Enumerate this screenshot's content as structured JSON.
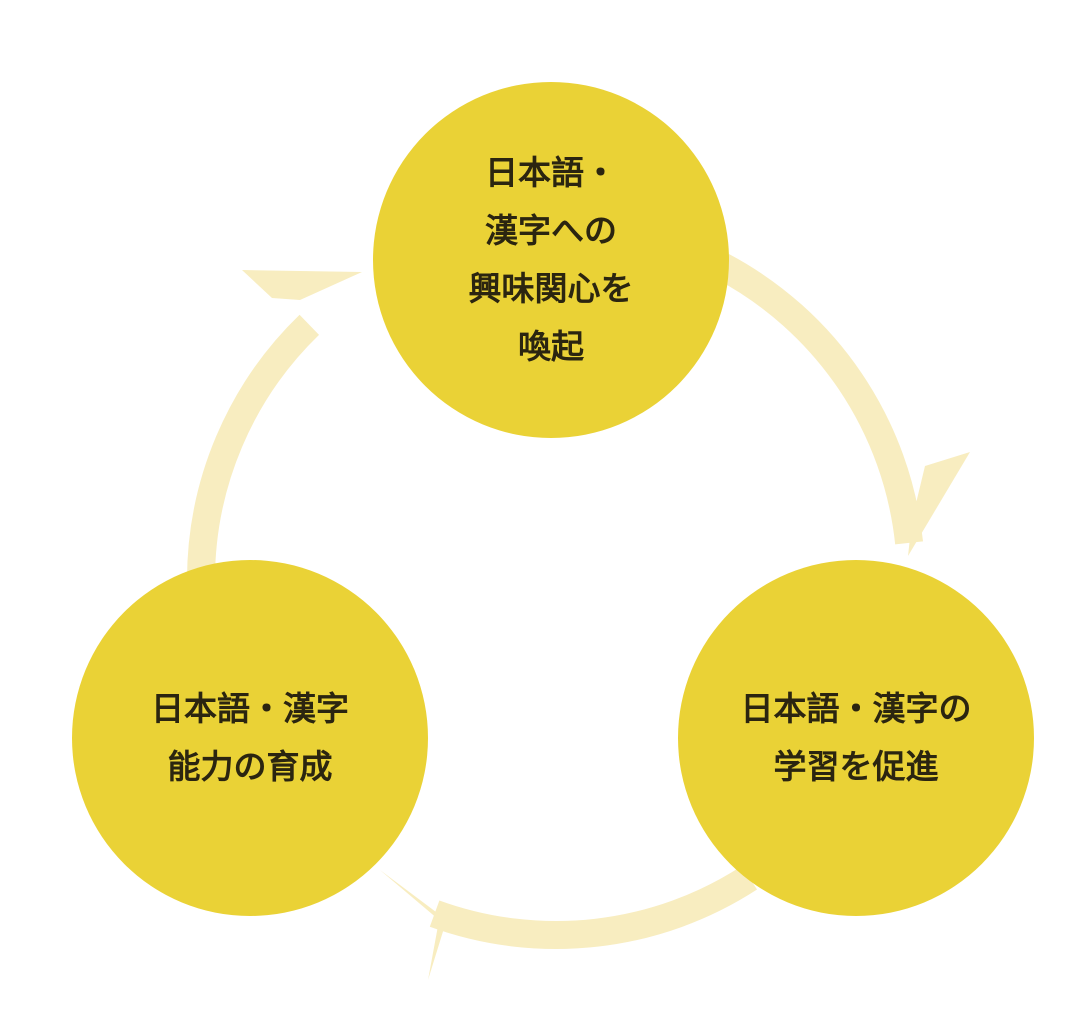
{
  "colors": {
    "node": "#EAD236",
    "arrow": "#F8EDC0",
    "text": "#2b2510"
  },
  "nodes": [
    {
      "label": "日本語・\n漢字への\n興味関心を\n喚起"
    },
    {
      "label": "日本語・漢字の\n学習を促進"
    },
    {
      "label": "日本語・漢字\n能力の育成"
    }
  ]
}
